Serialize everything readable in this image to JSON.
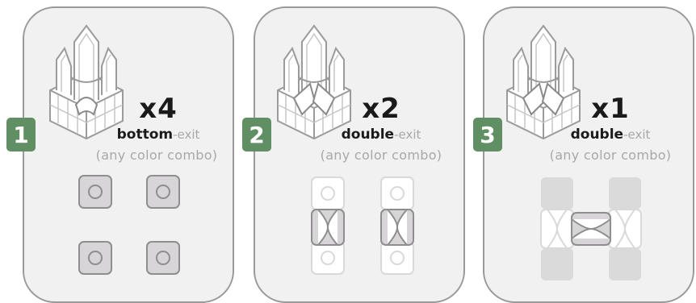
{
  "panels": [
    {
      "step": "1",
      "count": "x4",
      "exit_type": "bottom",
      "exit_suffix": "-exit",
      "combo_note": "(any color combo)",
      "piece_icon": "bottom-exit-piece-icon"
    },
    {
      "step": "2",
      "count": "x2",
      "exit_type": "double",
      "exit_suffix": "-exit",
      "combo_note": "(any color combo)",
      "piece_icon": "double-exit-piece-icon"
    },
    {
      "step": "3",
      "count": "x1",
      "exit_type": "double",
      "exit_suffix": "-exit",
      "combo_note": "(any color combo)",
      "piece_icon": "double-exit-piece-icon"
    }
  ],
  "colors": {
    "step_badge": "#5f8f63",
    "panel_background": "#f1f1f1",
    "panel_border": "#9a9a9a",
    "tile_fill": "#d8d5d8",
    "muted_text": "#a8a8a8"
  }
}
